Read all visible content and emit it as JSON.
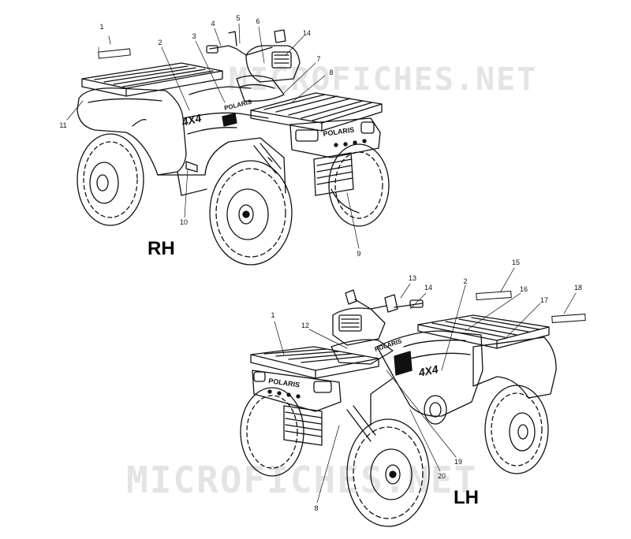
{
  "watermark": "MICROFICHES.NET",
  "views": {
    "rh": {
      "label": "RH",
      "callouts": [
        "1",
        "2",
        "3",
        "4",
        "5",
        "6",
        "14",
        "7",
        "8",
        "11",
        "10",
        "9"
      ]
    },
    "lh": {
      "label": "LH",
      "callouts": [
        "13",
        "14",
        "2",
        "15",
        "16",
        "17",
        "18",
        "1",
        "12",
        "19",
        "20",
        "8"
      ]
    }
  },
  "decals": {
    "brand": "POLARIS",
    "model": "4X4"
  }
}
